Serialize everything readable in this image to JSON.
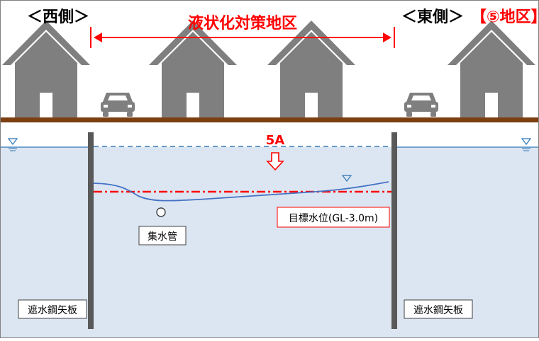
{
  "labels": {
    "west": "＜西側＞",
    "east": "＜東側＞",
    "district": "【⑤地区】",
    "title": "液状化対策地区",
    "well": "5A",
    "target_level": "目標水位(GL-3.0m)",
    "collector_pipe": "集水管",
    "sheet_pile_left": "遮水鋼矢板",
    "sheet_pile_right": "遮水鋼矢板",
    "water_level_symbol": "▽"
  },
  "colors": {
    "red": "#ff0000",
    "house": "#7f7f7f",
    "ground_line": "#7b3f12",
    "soil": "#dce6f2",
    "water_line": "#2e75b6",
    "groundwater_curve": "#4472c4",
    "sheet_pile": "#595959"
  },
  "icons": [
    "house-icon",
    "car-icon",
    "water-level-icon",
    "down-arrow-icon"
  ]
}
